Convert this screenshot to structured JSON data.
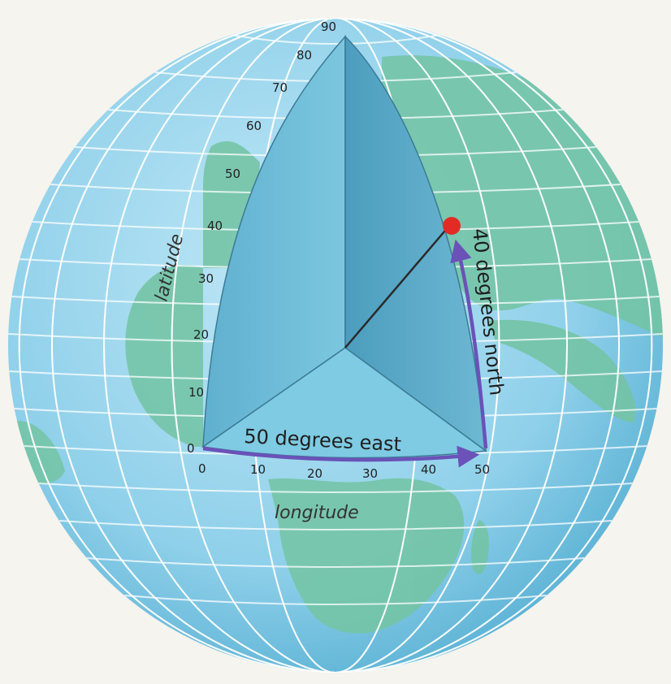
{
  "diagram": {
    "latitude_ticks": [
      "0",
      "10",
      "20",
      "30",
      "40",
      "50",
      "60",
      "70",
      "80",
      "90"
    ],
    "longitude_ticks": [
      "0",
      "10",
      "20",
      "30",
      "40",
      "50"
    ],
    "latitude_axis_label": "latitude",
    "longitude_axis_label": "longitude",
    "east_label": "50 degrees east",
    "north_label": "40 degrees north",
    "colors": {
      "ocean": "#8fd0ea",
      "land": "#74c4a6",
      "wedge": "#6cbcd8",
      "arrow": "#6a52b8",
      "point": "#e32b25"
    }
  }
}
